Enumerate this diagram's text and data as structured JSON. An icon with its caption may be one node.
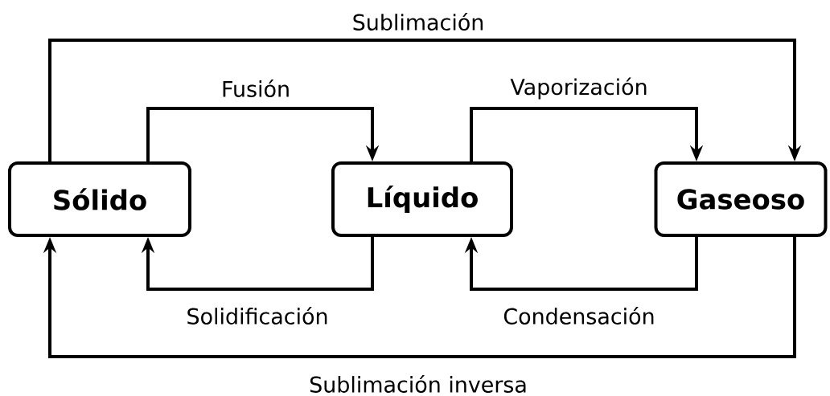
{
  "diagram": {
    "nodes": [
      {
        "text": [
          "Sólido"
        ]
      },
      {
        "text": [
          "Líquido"
        ]
      },
      {
        "text": [
          "Gaseoso"
        ]
      }
    ],
    "edges": [
      {
        "from": 0,
        "to": 1,
        "arrow": "to",
        "label": "Fusión"
      },
      {
        "from": 1,
        "to": 0,
        "arrow": "to",
        "label": "Solidificación"
      },
      {
        "from": 1,
        "to": 2,
        "arrow": "to",
        "label": "Vaporización"
      },
      {
        "from": 2,
        "to": 1,
        "arrow": "to",
        "label": "Condensación"
      },
      {
        "from": 0,
        "to": 2,
        "arrow": "to",
        "label": "Sublimación"
      },
      {
        "from": 2,
        "to": 0,
        "arrow": "to",
        "label": "Sublimación inversa"
      }
    ]
  }
}
